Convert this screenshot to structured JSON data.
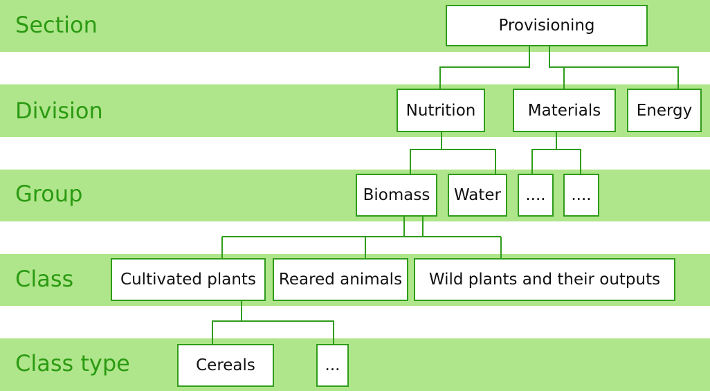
{
  "colors": {
    "band": "#b0e68b",
    "label": "#2b9a12",
    "border": "#2f9c1a",
    "box": "#ffffff",
    "text": "#111111"
  },
  "levels": {
    "section": "Section",
    "division": "Division",
    "group": "Group",
    "class": "Class",
    "class_type": "Class type"
  },
  "nodes": {
    "provisioning": "Provisioning",
    "nutrition": "Nutrition",
    "materials": "Materials",
    "energy": "Energy",
    "biomass": "Biomass",
    "water": "Water",
    "group_more_1": "....",
    "group_more_2": "....",
    "cultivated_plants": "Cultivated plants",
    "reared_animals": "Reared animals",
    "wild_plants": "Wild plants and their outputs",
    "cereals": "Cereals",
    "class_type_more": "..."
  }
}
